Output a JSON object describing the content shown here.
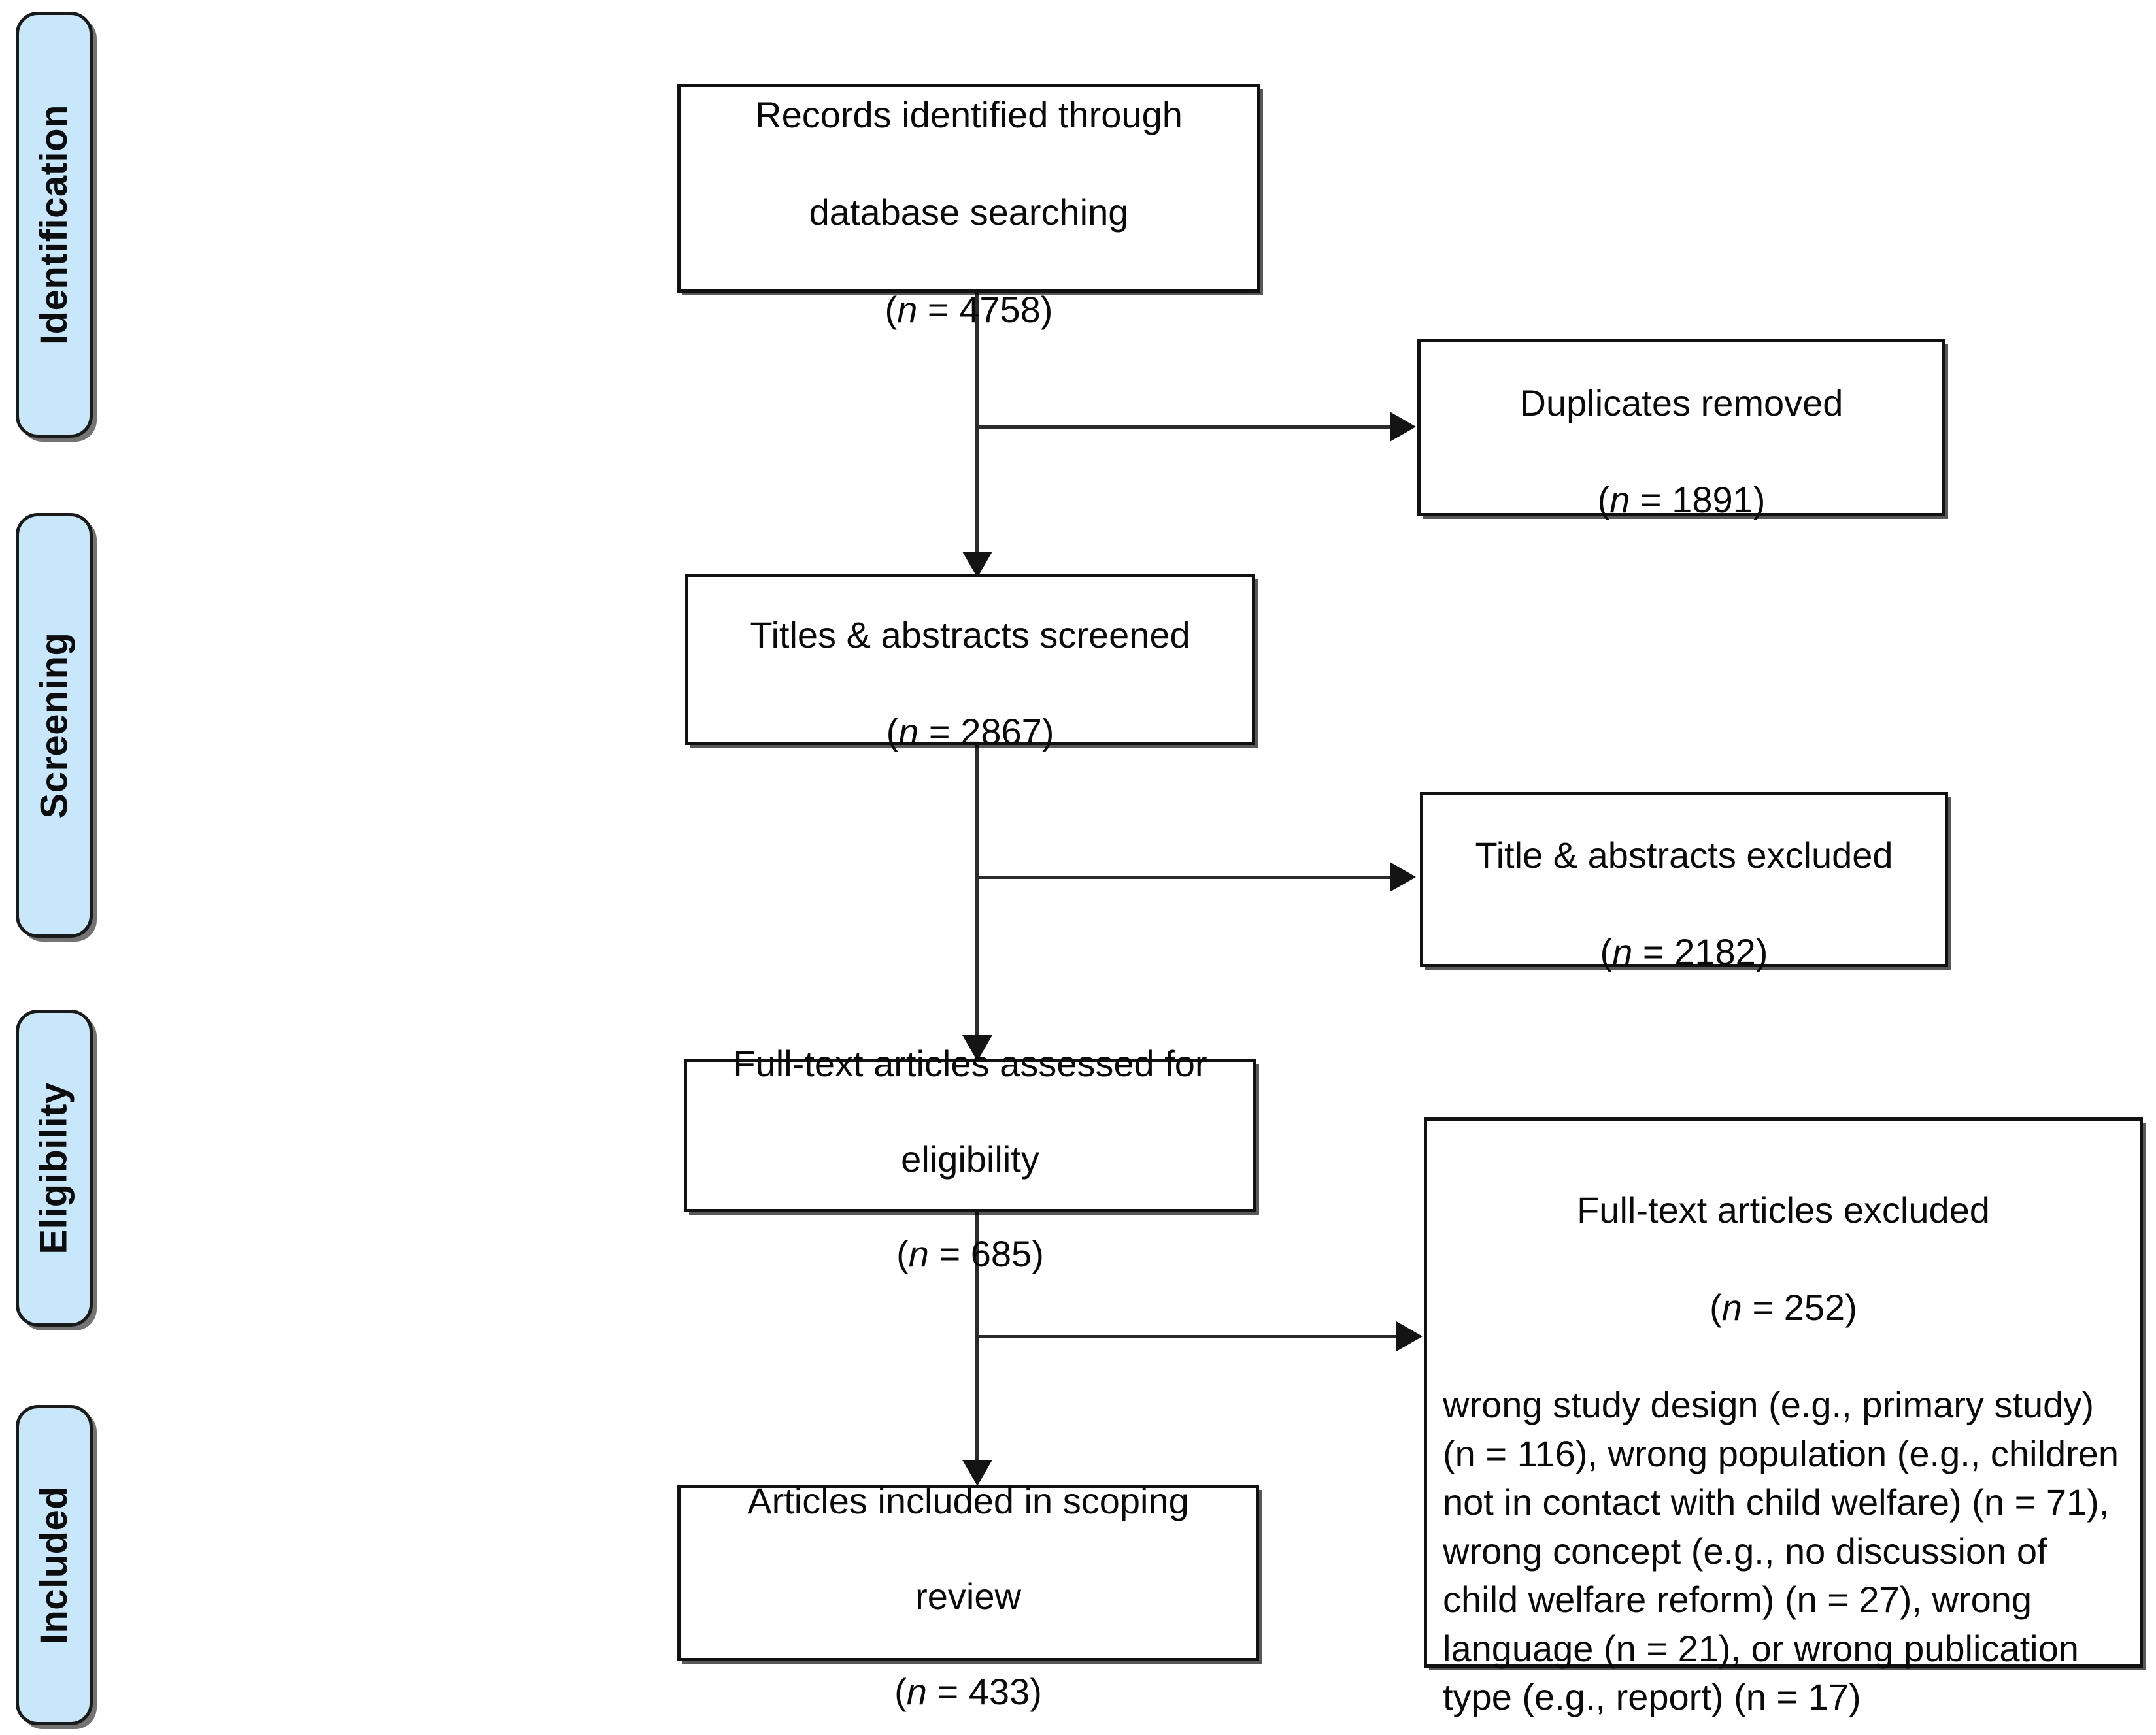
{
  "diagram": {
    "type": "prisma-flow-diagram",
    "title": "PRISMA scoping review flow diagram",
    "accent_color": "#c9e7fb",
    "border_color": "#111111",
    "background_color": "#ffffff"
  },
  "stages": [
    {
      "id": "identification",
      "label": "Identification"
    },
    {
      "id": "screening",
      "label": "Screening"
    },
    {
      "id": "eligibility",
      "label": "Eligibility"
    },
    {
      "id": "included",
      "label": "Included"
    }
  ],
  "boxes": {
    "records_identified": {
      "line1": "Records identified through",
      "line2": "database searching",
      "count_prefix": "(",
      "n_symbol": "n",
      "equals": " = ",
      "count": "4758",
      "count_suffix": ")"
    },
    "duplicates_removed": {
      "line1": "Duplicates removed",
      "n_symbol": "n",
      "count": "1891"
    },
    "titles_screened": {
      "line1": "Titles & abstracts screened",
      "n_symbol": "n",
      "count": "2867"
    },
    "titles_excluded": {
      "line1": "Title & abstracts excluded",
      "n_symbol": "n",
      "count": "2182"
    },
    "fulltext_assessed": {
      "line1": "Full-text articles assessed for",
      "line2": "eligibility",
      "n_symbol": "n",
      "count": "685"
    },
    "fulltext_excluded": {
      "heading": "Full-text articles excluded",
      "n_symbol": "n",
      "count": "252",
      "reasons_text": "wrong study design (e.g., primary study) (n = 116), wrong population (e.g., children not in contact with child welfare) (n = 71), wrong concept (e.g., no discussion of child welfare reform) (n = 27), wrong language (n = 21), or wrong publication type (e.g., report) (n = 17)",
      "reasons": [
        {
          "label": "wrong study design (e.g., primary study)",
          "n": "116"
        },
        {
          "label": "wrong population (e.g., children not in contact with child welfare)",
          "n": "71"
        },
        {
          "label": "wrong concept (e.g., no discussion of child welfare reform)",
          "n": "27"
        },
        {
          "label": "wrong language",
          "n": "21"
        },
        {
          "label": "or wrong publication type (e.g., report)",
          "n": "17"
        }
      ]
    },
    "articles_included": {
      "line1": "Articles included in scoping",
      "line2": "review",
      "n_symbol": "n",
      "count": "433"
    }
  },
  "connectors": [
    {
      "id": "records-to-titles",
      "direction": "down"
    },
    {
      "id": "records-to-duplicates",
      "direction": "right"
    },
    {
      "id": "titles-to-fulltext",
      "direction": "down"
    },
    {
      "id": "titles-to-titles-excluded",
      "direction": "right"
    },
    {
      "id": "fulltext-to-included",
      "direction": "down"
    },
    {
      "id": "fulltext-to-fulltext-excluded",
      "direction": "right"
    }
  ]
}
